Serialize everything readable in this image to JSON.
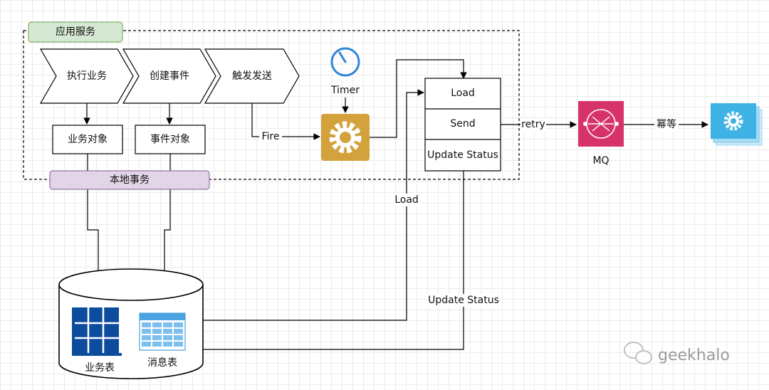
{
  "container": {
    "title": "应用服务"
  },
  "steps": [
    {
      "label": "执行业务"
    },
    {
      "label": "创建事件"
    },
    {
      "label": "触发发送"
    }
  ],
  "objects": {
    "business": "业务对象",
    "event": "事件对象"
  },
  "local_tx": "本地事务",
  "timer": {
    "label": "Timer"
  },
  "fire_label": "Fire",
  "relay": {
    "load": "Load",
    "send": "Send",
    "update": "Update Status"
  },
  "edges": {
    "retry": "retry",
    "idempotent": "幂等",
    "load": "Load",
    "update": "Update Status"
  },
  "mq": {
    "label": "MQ"
  },
  "database": {
    "business_table": "业务表",
    "message_table": "消息表"
  },
  "watermark": {
    "text": "geekhalo"
  },
  "colors": {
    "container_tag_bg": "#d5e8d4",
    "container_tag_border": "#82b366",
    "local_tx_bg": "#e1d5e7",
    "local_tx_border": "#9673a6",
    "mq": "#d6336c",
    "gear_box": "#d3a23c",
    "consumer": "#3eb2e5",
    "timer": "#2f86d8",
    "table_dark": "#0c4c9c",
    "table_light": "#4aa3e0"
  }
}
